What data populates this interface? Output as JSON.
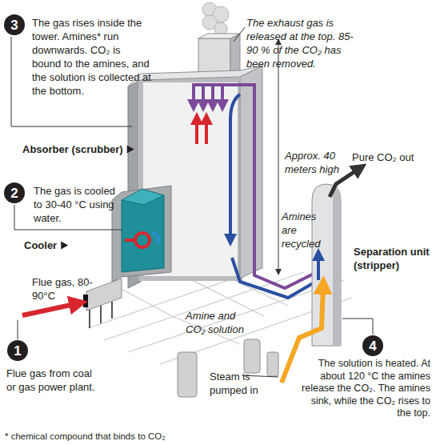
{
  "diagram": {
    "nodes": [
      {
        "text": [
          "3"
        ]
      },
      {
        "text": [
          "2"
        ]
      },
      {
        "text": [
          "1"
        ]
      },
      {
        "text": [
          "4"
        ]
      }
    ],
    "labels": [
      "The gas rises inside the tower. Amines* run downwards. CO₂ is bound to the amines, and the solution is collected at the bottom.",
      "The exhaust gas is released at the top. 85-90 % of the CO₂ has been removed.",
      "Absorber (scrubber)",
      "Approx. 40 meters high",
      "Pure CO₂ out",
      "The gas is cooled to 30-40 °C using water.",
      "Cooler",
      "Amines are recycled",
      "Separation unit (stripper)",
      "Flue gas, 80-90°C",
      "Amine and CO₂ solution",
      "Flue gas from coal or gas power plant.",
      "The solution is heated. At about 120 °C the amines release the CO₂. The amines sink, while the CO₂ rises to the top.",
      "Steam is pumped in",
      "* chemical compound that binds to CO₂"
    ]
  }
}
